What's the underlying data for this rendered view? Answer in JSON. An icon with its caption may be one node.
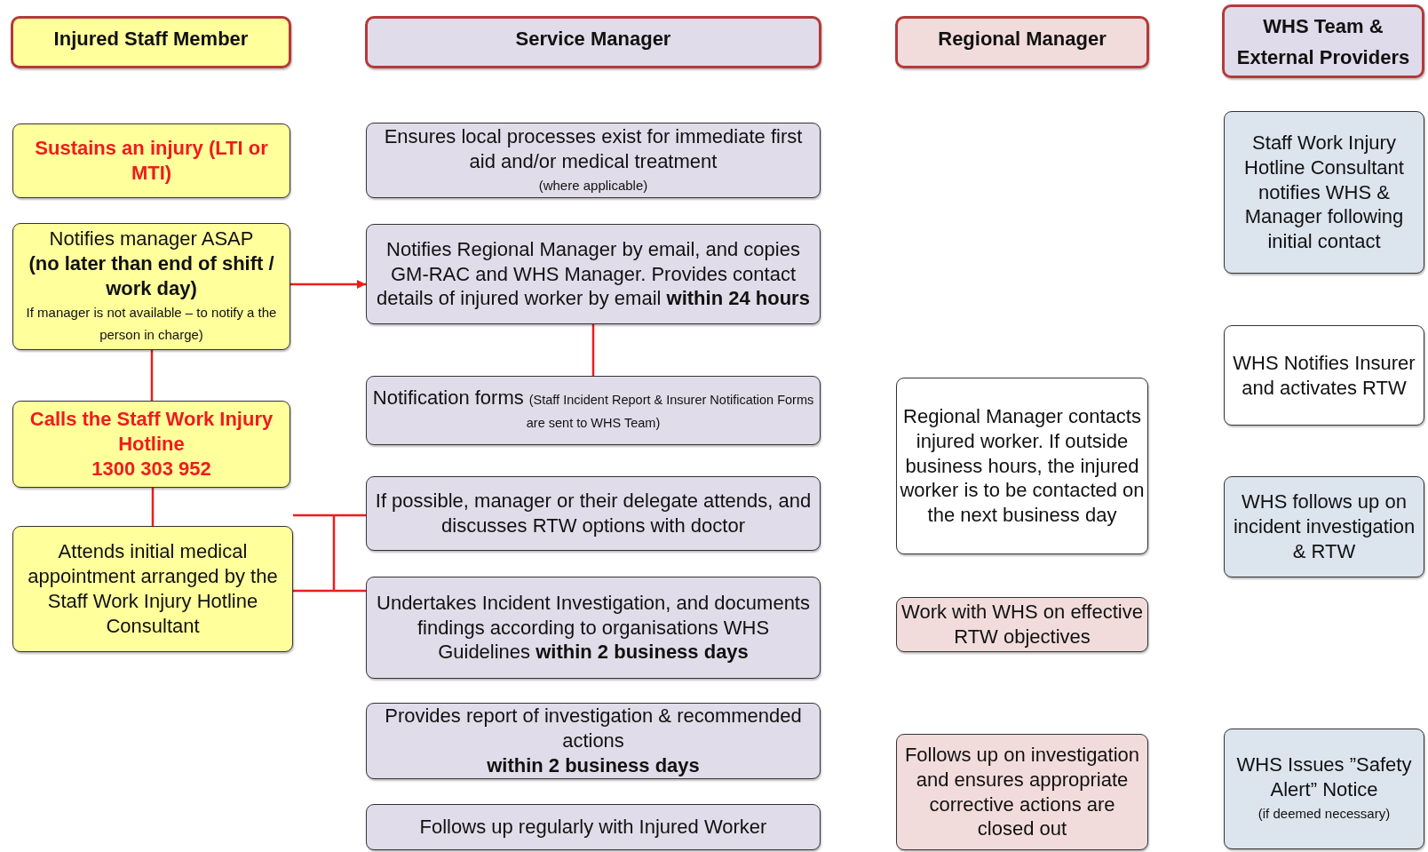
{
  "diagram": {
    "nodes": [
      {
        "text": [
          "Injured Staff Member"
        ]
      },
      {
        "text": [
          "Service Manager"
        ]
      },
      {
        "text": [
          "Regional Manager"
        ]
      },
      {
        "text": [
          "WHS Team & External Providers"
        ]
      },
      {
        "text": [
          "Sustains an injury (LTI or MTI)"
        ]
      },
      {
        "text": [
          "Notifies manager ASAP",
          "(no later than end of shift / work day)",
          "If manager is not available – to notify a the person in charge)"
        ]
      },
      {
        "text": [
          "Calls the Staff Work Injury Hotline",
          "1300 303 952"
        ]
      },
      {
        "text": [
          "Attends initial medical appointment arranged by the Staff Work Injury Hotline Consultant"
        ]
      },
      {
        "text": [
          "Ensures local processes exist for immediate first aid and/or medical treatment",
          "(where applicable)"
        ]
      },
      {
        "text": [
          "Notifies Regional Manager by email, and copies GM-RAC and WHS Manager. Provides contact details of injured worker by email **within 24 hours**"
        ]
      },
      {
        "text": [
          "Notification forms",
          "(Staff Incident Report & Insurer Notification Forms are sent to WHS Team)"
        ]
      },
      {
        "text": [
          "If possible, manager or their delegate attends, and discusses RTW options with doctor"
        ]
      },
      {
        "text": [
          "Undertakes Incident Investigation, and documents findings according to organisations WHS Guidelines **within 2 business days**"
        ]
      },
      {
        "text": [
          "Provides report of investigation & recommended actions **within 2 business days**"
        ]
      },
      {
        "text": [
          "Follows up regularly with Injured Worker"
        ]
      },
      {
        "text": [
          "Regional Manager contacts injured worker. If outside business hours, the injured worker is to be contacted on the next business day"
        ]
      },
      {
        "text": [
          "Work with WHS on effective RTW objectives"
        ]
      },
      {
        "text": [
          "Follows up on investigation and ensures appropriate corrective actions are closed out"
        ]
      },
      {
        "text": [
          "Staff Work Injury Hotline Consultant notifies WHS & Manager following initial contact"
        ]
      },
      {
        "text": [
          "WHS Notifies Insurer and activates RTW"
        ]
      },
      {
        "text": [
          "WHS follows up on incident investigation & RTW"
        ]
      },
      {
        "text": [
          "WHS Issues ”Safety Alert” Notice",
          "(if deemed necessary)"
        ]
      }
    ],
    "edges": [
      {
        "from": 5,
        "to": 9,
        "arrow": "to"
      },
      {
        "from": 5,
        "to": 6,
        "arrow": "none"
      },
      {
        "from": 6,
        "to": 7,
        "arrow": "none"
      },
      {
        "from": 9,
        "to": 10,
        "arrow": "none"
      },
      {
        "from": 7,
        "to": 11,
        "arrow": "none"
      },
      {
        "from": 7,
        "to": 12,
        "arrow": "none"
      }
    ]
  }
}
